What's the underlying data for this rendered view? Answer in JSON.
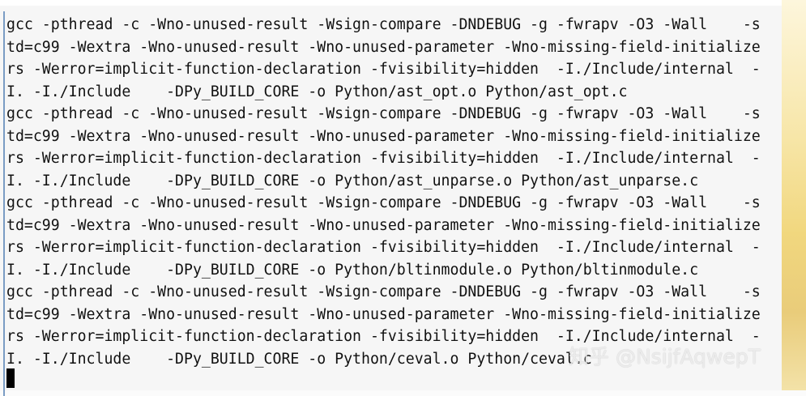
{
  "terminal": {
    "lines": [
      "gcc -pthread -c -Wno-unused-result -Wsign-compare -DNDEBUG -g -fwrapv -O3 -Wall    -s",
      "td=c99 -Wextra -Wno-unused-result -Wno-unused-parameter -Wno-missing-field-initialize",
      "rs -Werror=implicit-function-declaration -fvisibility=hidden  -I./Include/internal  -",
      "I. -I./Include    -DPy_BUILD_CORE -o Python/ast_opt.o Python/ast_opt.c",
      "gcc -pthread -c -Wno-unused-result -Wsign-compare -DNDEBUG -g -fwrapv -O3 -Wall    -s",
      "td=c99 -Wextra -Wno-unused-result -Wno-unused-parameter -Wno-missing-field-initialize",
      "rs -Werror=implicit-function-declaration -fvisibility=hidden  -I./Include/internal  -",
      "I. -I./Include    -DPy_BUILD_CORE -o Python/ast_unparse.o Python/ast_unparse.c",
      "gcc -pthread -c -Wno-unused-result -Wsign-compare -DNDEBUG -g -fwrapv -O3 -Wall    -s",
      "td=c99 -Wextra -Wno-unused-result -Wno-unused-parameter -Wno-missing-field-initialize",
      "rs -Werror=implicit-function-declaration -fvisibility=hidden  -I./Include/internal  -",
      "I. -I./Include    -DPy_BUILD_CORE -o Python/bltinmodule.o Python/bltinmodule.c",
      "gcc -pthread -c -Wno-unused-result -Wsign-compare -DNDEBUG -g -fwrapv -O3 -Wall    -s",
      "td=c99 -Wextra -Wno-unused-result -Wno-unused-parameter -Wno-missing-field-initialize",
      "rs -Werror=implicit-function-declaration -fvisibility=hidden  -I./Include/internal  -",
      "I. -I./Include    -DPy_BUILD_CORE -o Python/ceval.o Python/ceval.c"
    ]
  },
  "watermark": "知乎 @NsijfAqwepT"
}
